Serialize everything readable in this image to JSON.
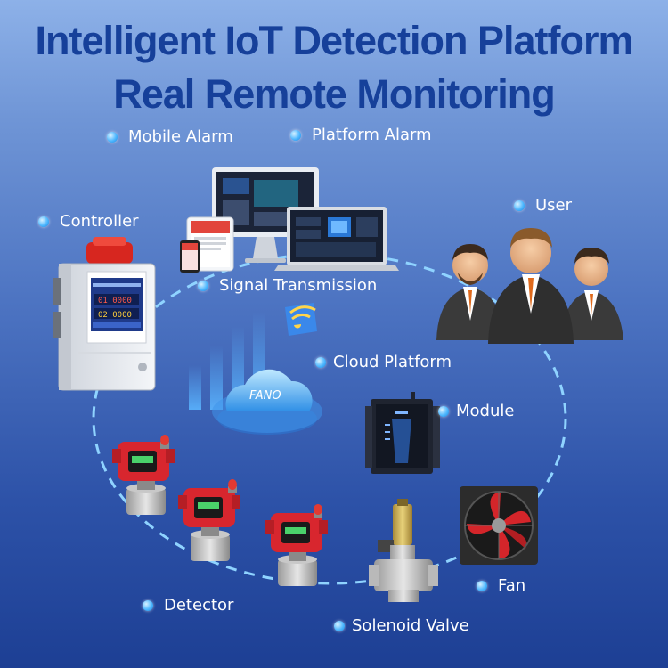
{
  "title": {
    "line1": "Intelligent IoT Detection Platform",
    "line2": "Real Remote Monitoring"
  },
  "labels": {
    "mobile_alarm": "Mobile Alarm",
    "platform_alarm": "Platform Alarm",
    "controller": "Controller",
    "user": "User",
    "signal_transmission": "Signal Transmission",
    "cloud_platform": "Cloud Platform",
    "module": "Module",
    "fan": "Fan",
    "detector": "Detector",
    "solenoid_valve": "Solenoid Valve"
  },
  "cloud_logo": "FANO",
  "controller_display": {
    "row1": "01 0000",
    "row2": "02 0000"
  },
  "colors": {
    "title": "#16409a",
    "dot": "#4fb8ff",
    "dashed_ring": "#8fd3ff",
    "detector_red": "#d8262e",
    "suit": "#3a3a3a",
    "tie": "#e06a1c"
  }
}
